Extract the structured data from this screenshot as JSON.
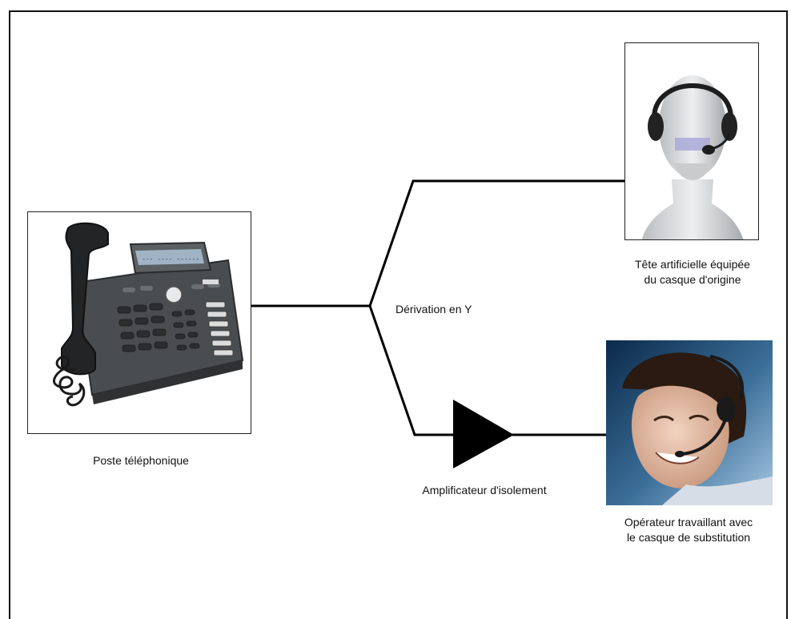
{
  "diagram": {
    "phone": {
      "label": "Poste téléphonique",
      "icon": "desk-phone-icon"
    },
    "splitter": {
      "label": "Dérivation en Y"
    },
    "head": {
      "label_line1": "Tête artificielle équipée",
      "label_line2": "du casque d'origine",
      "icon": "headset-mannequin-icon"
    },
    "amplifier": {
      "label": "Amplificateur d'isolement",
      "icon": "amplifier-triangle-icon"
    },
    "operator": {
      "label_line1": "Opérateur travaillant avec",
      "label_line2": "le casque de substitution",
      "icon": "headset-operator-icon"
    }
  },
  "colors": {
    "line": "#000000",
    "frame": "#111111"
  }
}
